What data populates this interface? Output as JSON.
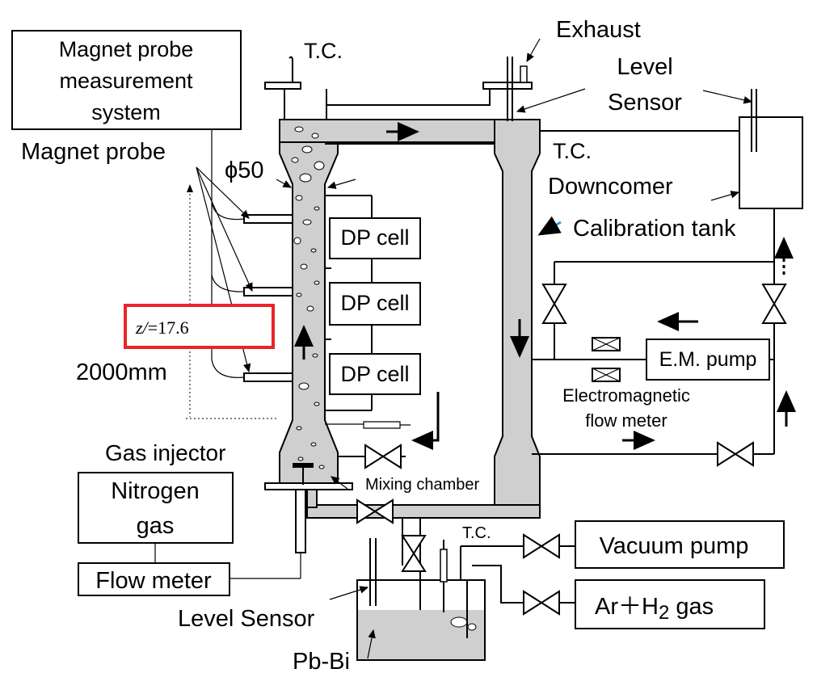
{
  "labels": {
    "magnet_system": [
      "Magnet  probe",
      "measurement",
      "system"
    ],
    "magnet_probe": "Magnet probe",
    "tc_top": "T.C.",
    "exhaust": "Exhaust",
    "level_sensor_top": [
      "Level",
      "Sensor"
    ],
    "tc_right": "T.C.",
    "downcomer": "Downcomer",
    "calibration_tank": "Calibration tank",
    "phi50": "ϕ50",
    "dp_cell_1": "DP cell",
    "dp_cell_2": "DP cell",
    "dp_cell_3": "DP cell",
    "z_annotation": "z/",
    "z_value": "=17.6",
    "height": "2000mm",
    "em_pump": "E.M. pump",
    "em_flow_meter": [
      "Electromagnetic",
      "flow meter"
    ],
    "gas_injector": "Gas injector",
    "mixing_chamber": "Mixing chamber",
    "nitrogen_gas": [
      "Nitrogen",
      "gas"
    ],
    "flow_meter": "Flow meter",
    "tc_bottom": "T.C.",
    "vacuum_pump": "Vacuum pump",
    "ar_h2_gas_prefix": "Ar＋H",
    "ar_h2_sub": "2",
    "ar_h2_suffix": " gas",
    "level_sensor_bottom": "Level Sensor",
    "pb_bi": "Pb-Bi"
  },
  "colors": {
    "pipe_fill": "#cfcfcf",
    "highlight_box": "#e8252a",
    "pointer_arrow": "#1ea0e6"
  }
}
